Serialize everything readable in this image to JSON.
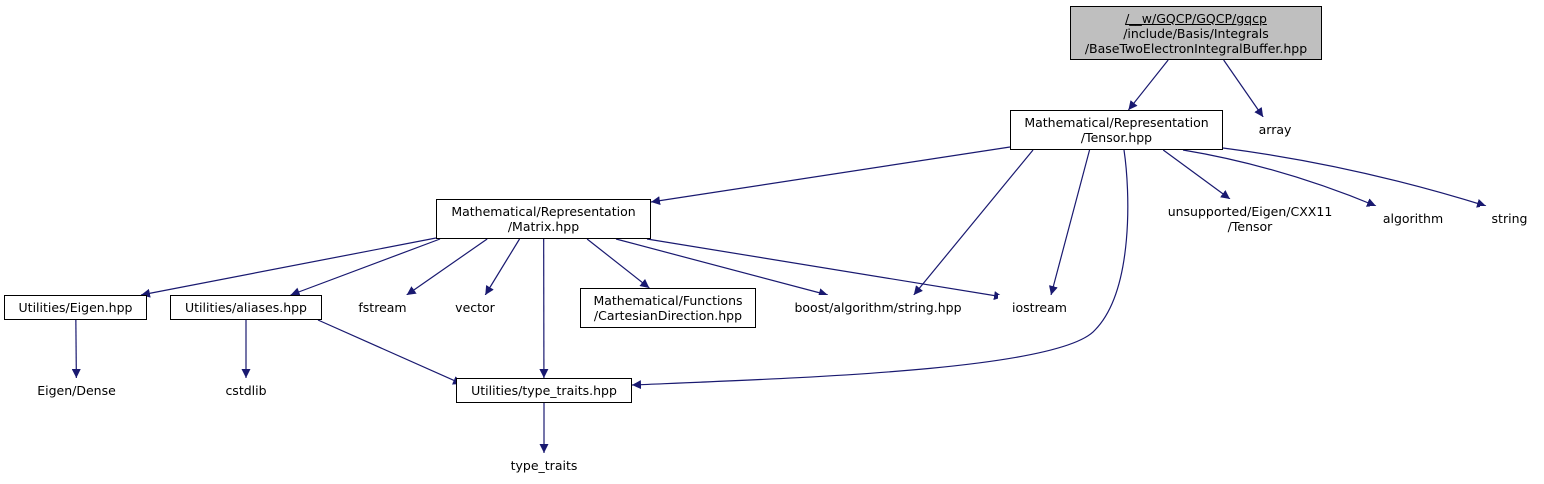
{
  "colors": {
    "edge": "#191970",
    "root_fill": "#bfbfbf",
    "local_border": "#000000",
    "external_border": "#bfbfbf"
  },
  "nodes": {
    "root": {
      "lines": [
        "/__w/GQCP/GQCP/gqcp",
        "/include/Basis/Integrals",
        "/BaseTwoElectronIntegralBuffer.hpp"
      ],
      "kind": "root"
    },
    "tensor": {
      "lines": [
        "Mathematical/Representation",
        "/Tensor.hpp"
      ],
      "kind": "local"
    },
    "array": {
      "lines": [
        "array"
      ],
      "kind": "external"
    },
    "matrix": {
      "lines": [
        "Mathematical/Representation",
        "/Matrix.hpp"
      ],
      "kind": "local"
    },
    "eigen_tensor": {
      "lines": [
        "unsupported/Eigen/CXX11",
        "/Tensor"
      ],
      "kind": "external"
    },
    "algorithm": {
      "lines": [
        "algorithm"
      ],
      "kind": "external"
    },
    "string": {
      "lines": [
        "string"
      ],
      "kind": "external"
    },
    "util_eigen": {
      "lines": [
        "Utilities/Eigen.hpp"
      ],
      "kind": "local"
    },
    "util_aliases": {
      "lines": [
        "Utilities/aliases.hpp"
      ],
      "kind": "local"
    },
    "fstream": {
      "lines": [
        "fstream"
      ],
      "kind": "external"
    },
    "vector": {
      "lines": [
        "vector"
      ],
      "kind": "external"
    },
    "cartesian": {
      "lines": [
        "Mathematical/Functions",
        "/CartesianDirection.hpp"
      ],
      "kind": "local"
    },
    "boost_string": {
      "lines": [
        "boost/algorithm/string.hpp"
      ],
      "kind": "external"
    },
    "iostream": {
      "lines": [
        "iostream"
      ],
      "kind": "external"
    },
    "eigen_dense": {
      "lines": [
        "Eigen/Dense"
      ],
      "kind": "external"
    },
    "cstdlib": {
      "lines": [
        "cstdlib"
      ],
      "kind": "external"
    },
    "util_type_traits": {
      "lines": [
        "Utilities/type_traits.hpp"
      ],
      "kind": "local"
    },
    "type_traits": {
      "lines": [
        "type_traits"
      ],
      "kind": "external"
    }
  },
  "edges": [
    [
      "root",
      "tensor"
    ],
    [
      "root",
      "array"
    ],
    [
      "tensor",
      "matrix"
    ],
    [
      "tensor",
      "eigen_tensor"
    ],
    [
      "tensor",
      "algorithm"
    ],
    [
      "tensor",
      "string"
    ],
    [
      "tensor",
      "boost_string"
    ],
    [
      "tensor",
      "iostream"
    ],
    [
      "tensor",
      "util_type_traits"
    ],
    [
      "matrix",
      "util_eigen"
    ],
    [
      "matrix",
      "util_aliases"
    ],
    [
      "matrix",
      "fstream"
    ],
    [
      "matrix",
      "vector"
    ],
    [
      "matrix",
      "cartesian"
    ],
    [
      "matrix",
      "boost_string"
    ],
    [
      "matrix",
      "iostream"
    ],
    [
      "matrix",
      "util_type_traits"
    ],
    [
      "util_eigen",
      "eigen_dense"
    ],
    [
      "util_aliases",
      "cstdlib"
    ],
    [
      "util_aliases",
      "util_type_traits"
    ],
    [
      "util_type_traits",
      "type_traits"
    ]
  ]
}
